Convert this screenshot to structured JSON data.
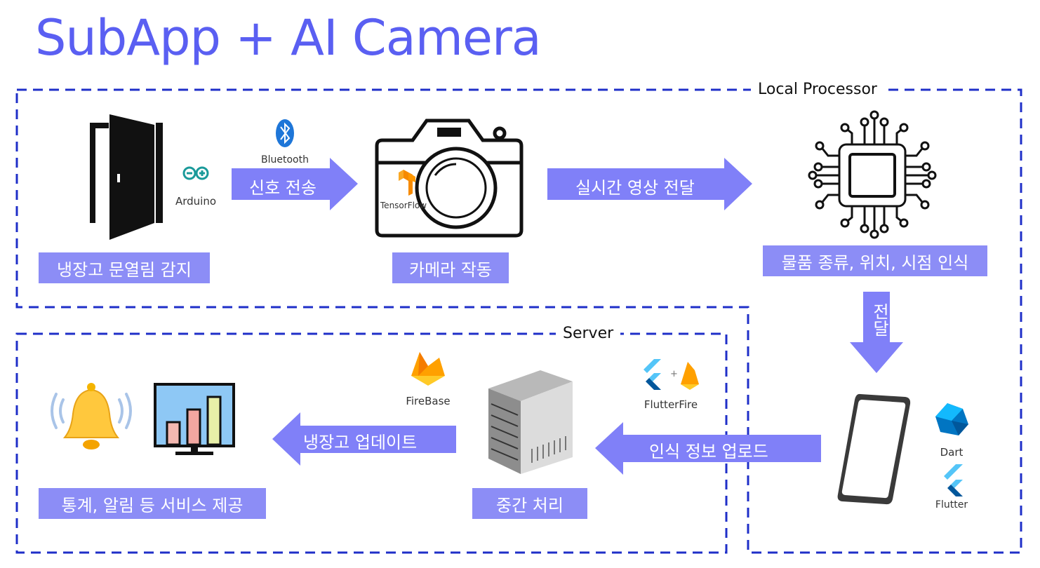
{
  "title": "SubApp + AI Camera",
  "groups": {
    "local": "Local Processor",
    "server": "Server"
  },
  "labels": {
    "door": "냉장고 문열림 감지",
    "camera": "카메라 작동",
    "ai": "물품 종류, 위치, 시점 인식",
    "server": "중간 처리",
    "service": "통계, 알림 등 서비스 제공"
  },
  "arrows": {
    "signal": "신호 전송",
    "stream": "실시간 영상 전달",
    "deliver": "전달",
    "upload": "인식 정보 업로드",
    "update": "냉장고 업데이트"
  },
  "tech": {
    "arduino": "Arduino",
    "bluetooth": "Bluetooth",
    "tensorflow": "TensorFlow",
    "firebase": "FireBase",
    "flutterfire": "FlutterFire",
    "dart": "Dart",
    "flutter": "Flutter"
  },
  "colors": {
    "accent": "#5a5ff2",
    "label_bg": "#8c8df6",
    "arrow": "#8080f8",
    "dash": "#1f2fc8"
  }
}
